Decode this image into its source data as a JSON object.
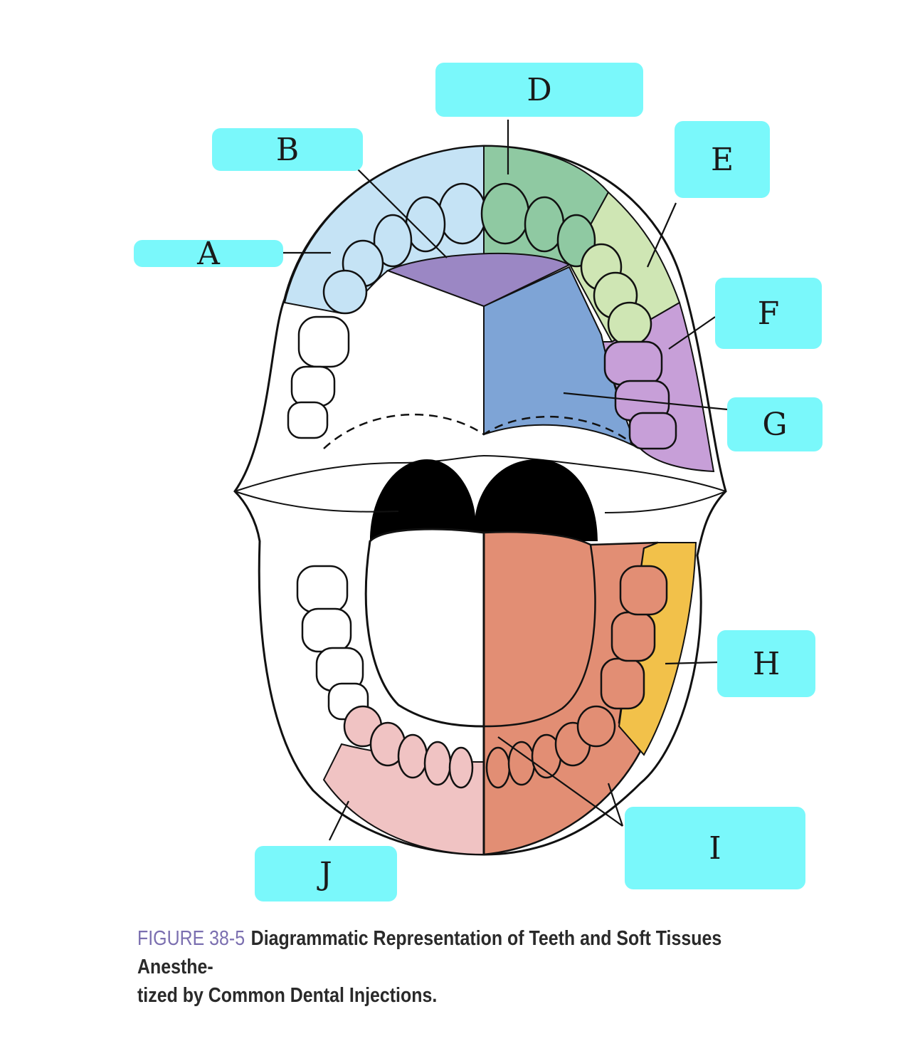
{
  "labels": {
    "A": "A",
    "B": "B",
    "D": "D",
    "E": "E",
    "F": "F",
    "G": "G",
    "H": "H",
    "I": "I",
    "J": "J"
  },
  "caption": {
    "figure_number": "FIGURE 38-5",
    "text_line1": "Diagrammatic Representation of Teeth and Soft Tissues Anesthe-",
    "text_line2": "tized by Common Dental Injections."
  },
  "colors": {
    "label_box": "#7af8fb",
    "region_light_blue": "#c5e3f5",
    "region_green": "#8fc9a2",
    "region_light_green": "#cfe6b4",
    "region_purple_palate": "#9b87c4",
    "region_blue_palate": "#7ea4d6",
    "region_lilac": "#c79fd8",
    "region_orange_yellow": "#f2c14a",
    "region_salmon": "#e28e74",
    "region_pink": "#f0c3c3",
    "tongue_dark": "#000000",
    "caption_figure_number": "#7b6fb0"
  }
}
